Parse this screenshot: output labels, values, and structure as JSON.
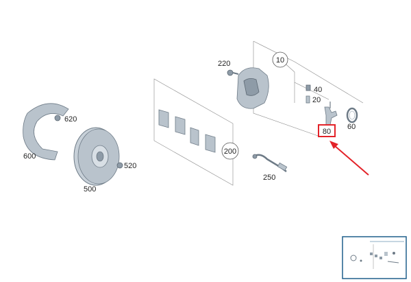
{
  "diagram": {
    "callouts": {
      "p10": "10",
      "p20": "20",
      "p40": "40",
      "p60": "60",
      "p80": "80",
      "p200": "200",
      "p220": "220",
      "p250": "250",
      "p500": "500",
      "p520": "520",
      "p600": "600",
      "p620": "620"
    },
    "highlight": {
      "target_label": "80",
      "color": "#e32228"
    },
    "thumbnail": {
      "border_color": "#1f5f8b"
    }
  }
}
